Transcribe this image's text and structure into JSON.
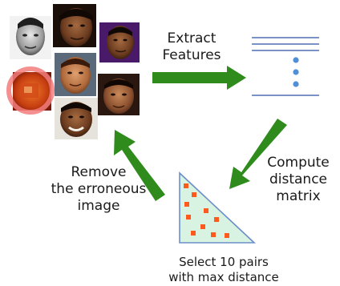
{
  "labels": {
    "extract_line1": "Extract",
    "extract_line2": "Features",
    "compute_line1": "Compute",
    "compute_line2": "distance",
    "compute_line3": "matrix",
    "remove_line1": "Remove",
    "remove_line2": "the erroneous",
    "remove_line3": "image",
    "select_line1": "Select 10 pairs",
    "select_line2": "with max distance"
  },
  "colors": {
    "arrow_green": "#2e8b1c",
    "feature_lines": "#4f6fb0",
    "feature_dots": "#4f8fd6",
    "triangle_fill": "#d9f3e3",
    "triangle_stroke": "#6a8fc8",
    "matrix_marks": "#ff5a1e",
    "erroneous_circle": "#f27d7d"
  },
  "icons": {
    "face_thumbnails": "face-photo-icon",
    "erroneous_marker": "erroneous-circle-icon"
  }
}
